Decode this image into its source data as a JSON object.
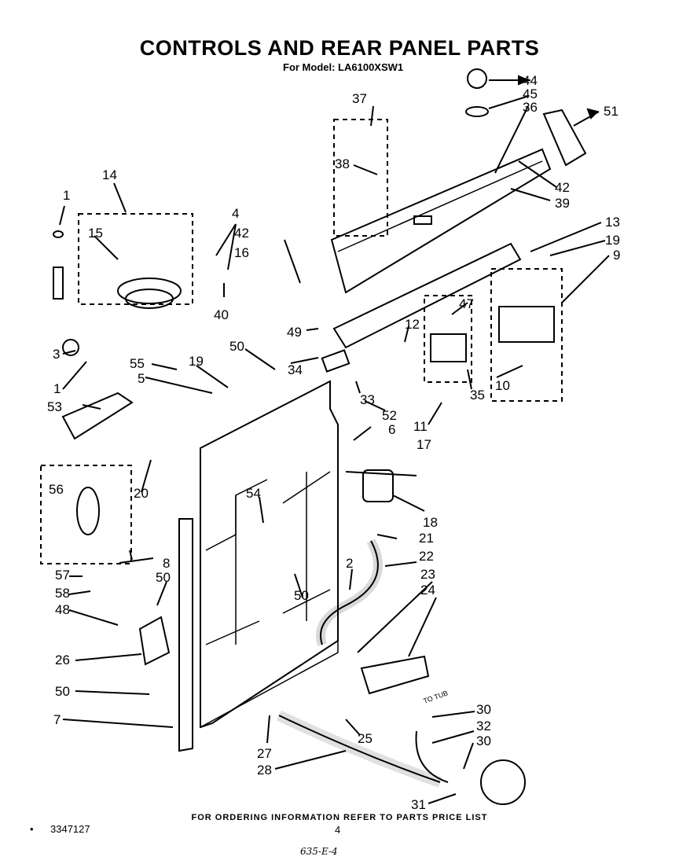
{
  "header": {
    "title": "CONTROLS AND REAR PANEL PARTS",
    "subtitle": "For Model: LA6100XSW1"
  },
  "footer": {
    "ordering_note": "FOR ORDERING INFORMATION REFER TO PARTS PRICE LIST",
    "doc_number": "3347127",
    "page_number": "4",
    "handwritten_note": "635-E-4",
    "bullet": "•"
  },
  "diagram": {
    "annotation": "TO TUB",
    "callouts": [
      "1",
      "14",
      "15",
      "3",
      "1",
      "53",
      "4",
      "42",
      "16",
      "40",
      "55",
      "5",
      "19",
      "50",
      "49",
      "34",
      "33",
      "52",
      "6",
      "37",
      "38",
      "44",
      "45",
      "36",
      "51",
      "42",
      "39",
      "13",
      "19",
      "9",
      "12",
      "47",
      "35",
      "11",
      "10",
      "17",
      "18",
      "21",
      "22",
      "23",
      "24",
      "2",
      "50",
      "54",
      "20",
      "56",
      "8",
      "57",
      "58",
      "48",
      "50",
      "26",
      "50",
      "7",
      "27",
      "28",
      "25",
      "30",
      "32",
      "30",
      "31"
    ]
  }
}
